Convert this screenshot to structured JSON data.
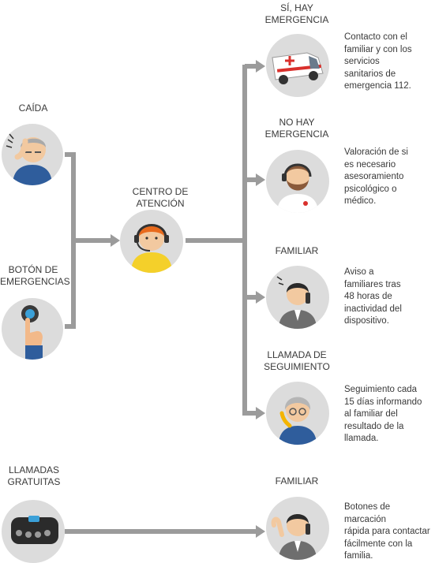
{
  "colors": {
    "connector": "#9b9b9b",
    "circle_bg": "#dcdcdc",
    "text": "#3a3a3a"
  },
  "inputs": {
    "caida": {
      "label": "CAÍDA",
      "icon": "fallen-elderly-man-icon"
    },
    "boton": {
      "label": "BOTÓN DE\nEMERGENCIAS",
      "icon": "emergency-button-hand-icon"
    },
    "llamadas": {
      "label": "LLAMADAS\nGRATUITAS",
      "icon": "speed-dial-phone-icon"
    }
  },
  "center": {
    "label": "CENTRO DE\nATENCIÓN",
    "icon": "call-center-operator-icon"
  },
  "outcomes": [
    {
      "label": "SÍ, HAY\nEMERGENCIA",
      "icon": "ambulance-icon",
      "description": "Contacto con el\nfamiliar y con los\nservicios\nsanitarios de\nemergencia 112."
    },
    {
      "label": "NO HAY\nEMERGENCIA",
      "icon": "doctor-icon",
      "description": "Valoración de si\nes necesario\nasesoramiento\npsicológico o\nmédico."
    },
    {
      "label": "FAMILIAR",
      "icon": "family-member-phone-icon",
      "description": "Aviso a\nfamiliares tras\n48 horas de\ninactividad del\ndispositivo."
    },
    {
      "label": "LLAMADA DE\nSEGUIMIENTO",
      "icon": "elderly-woman-phone-icon",
      "description": "Seguimiento cada\n15 días informando\nal familiar del\nresultado de la\nllamada."
    }
  ],
  "bottom_outcome": {
    "label": "FAMILIAR",
    "icon": "family-member-waving-icon",
    "description": "Botones de marcación\nrápida para contactar\nfácilmente con la\nfamilia."
  }
}
